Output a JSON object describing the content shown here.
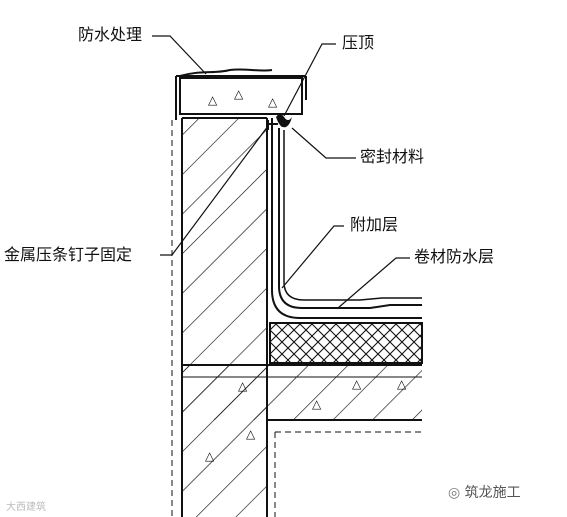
{
  "labels": {
    "waterproof_treatment": "防水处理",
    "coping": "压顶",
    "sealing_material": "密封材料",
    "additional_layer": "附加层",
    "metal_strip_nail": "金属压条钉子固定",
    "membrane_waterproof_layer": "卷材防水层"
  },
  "watermark": {
    "right_text": "筑龙施工",
    "left_text": "大西建筑"
  },
  "colors": {
    "line": "#111111",
    "background": "#ffffff",
    "label_text": "#111111",
    "watermark_text": "#555555"
  }
}
